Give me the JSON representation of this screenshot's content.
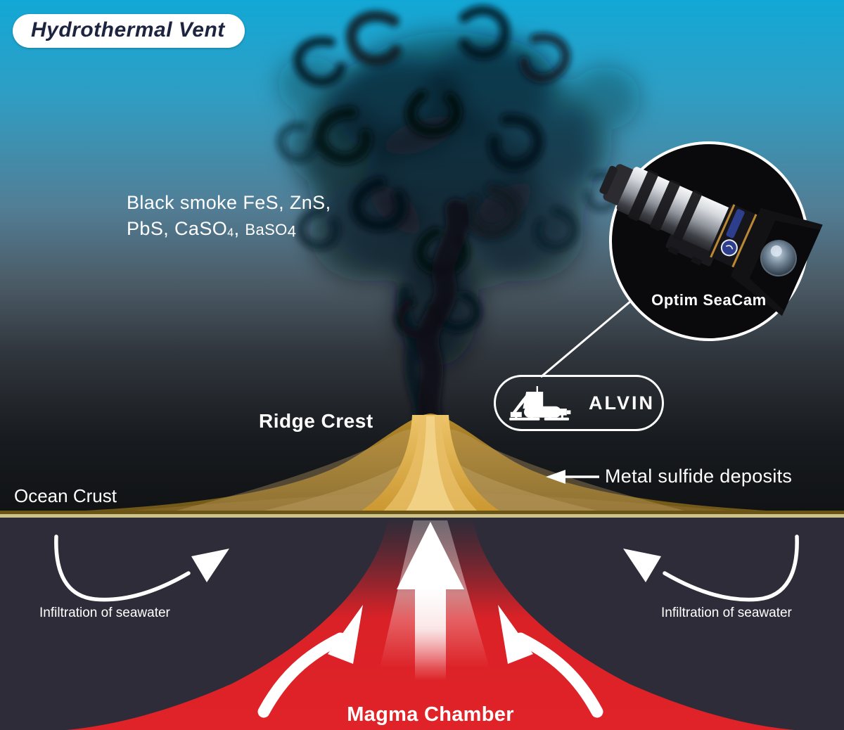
{
  "title": {
    "badge": "Hydrothermal Vent"
  },
  "labels": {
    "black_smoke": {
      "line1": "Black smoke FeS, ZnS,",
      "l2p1": "PbS, CaSO",
      "l2s1": "4",
      "l2p2": ", ",
      "l2p3": "BaSO",
      "l2s2": "4"
    },
    "ridge_crest": "Ridge Crest",
    "metal_sulfide": "Metal sulfide deposits",
    "ocean_crust": "Ocean Crust",
    "infiltration_left": "Infiltration of seawater",
    "infiltration_right": "Infiltration of seawater",
    "magma_chamber": "Magma Chamber"
  },
  "inset": {
    "camera_label": "Optim SeaCam"
  },
  "vehicle": {
    "label": "ALVIN"
  },
  "icons": {
    "smoke": "smoke-plume-icon",
    "submarine": "submarine-icon",
    "camera": "underwater-camera-icon",
    "up_arrow": "up-arrow-icon",
    "curved_arrows": "curved-arrow-icon",
    "left_arrow": "left-arrow-icon"
  },
  "colors": {
    "water_top": "#12a8d6",
    "water_mid": "#527e96",
    "water_deep": "#101214",
    "underground": "#2e2c39",
    "crust_line": "#cdc38a",
    "ridge_gold": "#a8822a",
    "chimney_gold": "#edc468",
    "magma_red": "#dd2127",
    "smoke_dark": "#081218",
    "badge_text": "#1d2440",
    "camera_accent": "#2c3e8c",
    "white": "#ffffff"
  }
}
